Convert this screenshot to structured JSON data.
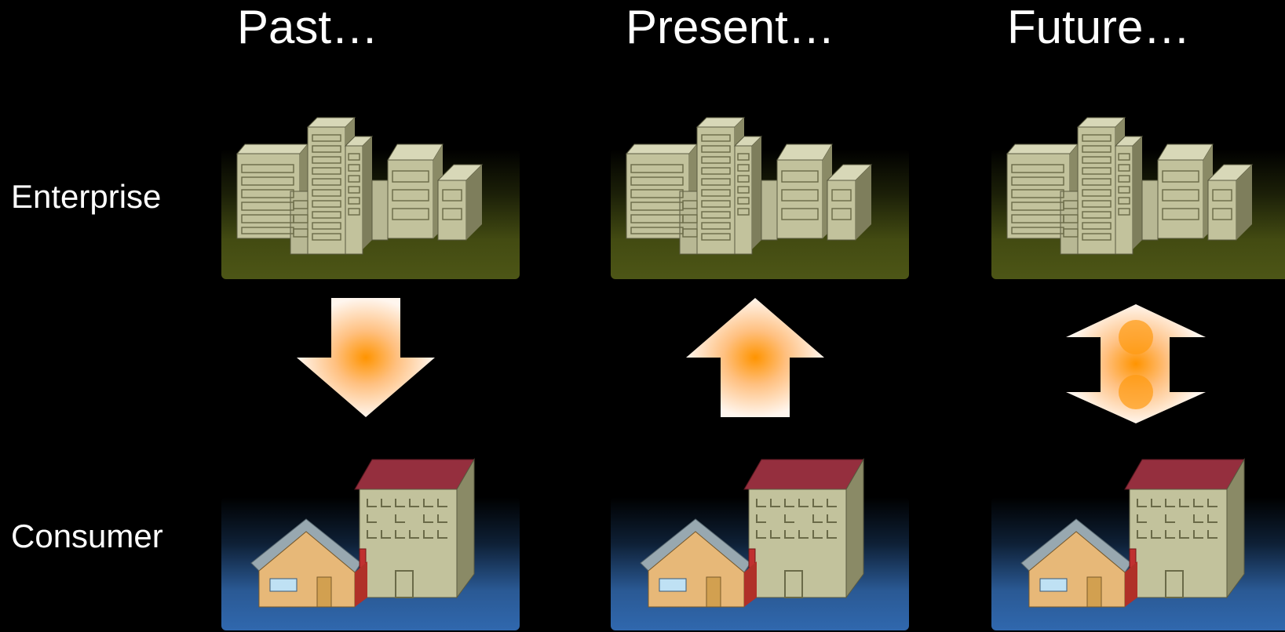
{
  "columns": [
    {
      "title": "Past…",
      "arrow": "down"
    },
    {
      "title": "Present…",
      "arrow": "up"
    },
    {
      "title": "Future…",
      "arrow": "both"
    }
  ],
  "rows": {
    "enterprise": "Enterprise",
    "consumer": "Consumer"
  },
  "colors": {
    "background": "#000000",
    "enterprise_ground": "#4a5214",
    "consumer_ground": "#2e62a8",
    "building": "#c2c29c",
    "roof": "#8e2c3a",
    "arrow": "#ff9900"
  }
}
